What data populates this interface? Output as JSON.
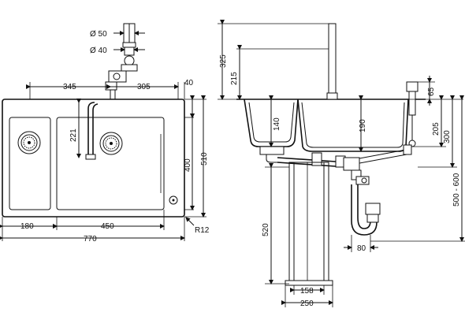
{
  "top_view": {
    "pipe_diameters": {
      "d50": "Ø 50",
      "d40": "Ø 40"
    },
    "width_dims": {
      "left_offset": "345",
      "right_offset": "305",
      "edge_offset": "40"
    },
    "inner_dims": {
      "spout_depth": "221",
      "basin_depth": "400",
      "total_depth": "510"
    },
    "bottom_dims": {
      "small_bowl": "180",
      "large_bowl": "450",
      "overall": "770"
    },
    "corner_radius": "R12"
  },
  "side_view": {
    "heights": {
      "tap_total": "325",
      "tap_spout": "215",
      "small_bowl_depth": "140",
      "large_bowl_depth": "190"
    },
    "right_dims": {
      "control_height": "65",
      "drain_height": "205",
      "outlet_height": "300",
      "cabinet_range": "500 - 600"
    },
    "bottom_dims": {
      "column_height": "520",
      "trap_offset": "80",
      "column_inner": "158",
      "column_outer": "250"
    }
  }
}
